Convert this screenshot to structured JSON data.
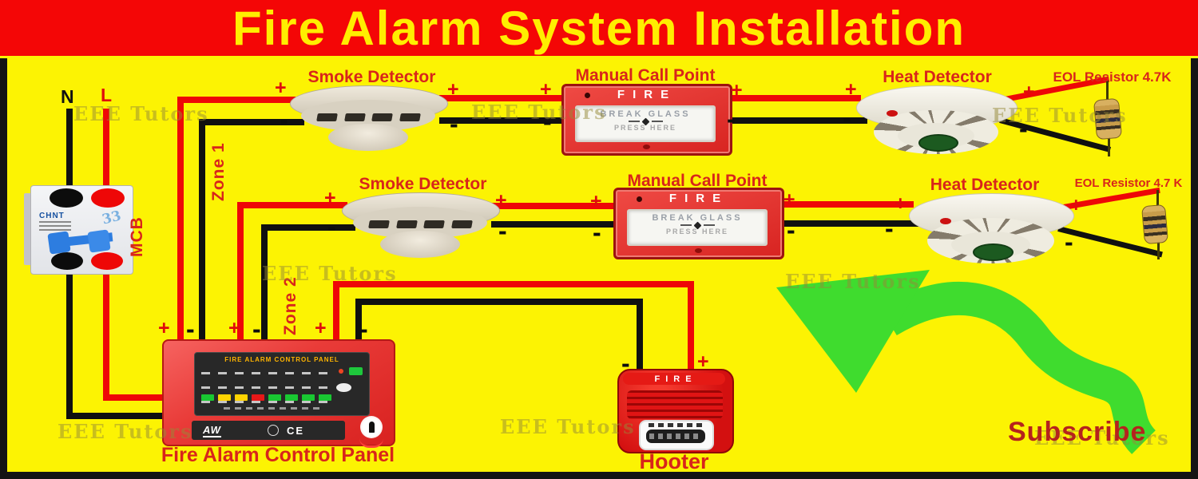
{
  "title": {
    "text": "Fire Alarm System Installation"
  },
  "watermark": {
    "text": "EEE Tutors"
  },
  "polarity": {
    "plus": "+",
    "minus": "-"
  },
  "power": {
    "neutral_label": "N",
    "live_label": "L",
    "mcb_label": "MCB",
    "mcb_brand": "CHNT",
    "mcb_marking": "33"
  },
  "zone1": {
    "label": "Zone 1",
    "smoke_detector": "Smoke Detector",
    "manual_call_point": "Manual Call Point",
    "heat_detector": "Heat Detector",
    "eol_resistor": "EOL Resistor 4.7K"
  },
  "zone2": {
    "label": "Zone 2",
    "smoke_detector": "Smoke Detector",
    "manual_call_point": "Manual Call Point",
    "heat_detector": "Heat Detector",
    "eol_resistor": "EOL Resistor 4.7 K"
  },
  "call_point": {
    "header": "FIRE",
    "line1": "BREAK GLASS",
    "line2": "PRESS HERE"
  },
  "panel": {
    "display_title": "FIRE ALARM CONTROL PANEL",
    "caption": "Fire Alarm Control Panel",
    "brand": "AW",
    "ce_mark": "CE",
    "button_colors": [
      "#19c832",
      "#ffd400",
      "#ffd400",
      "#e81818",
      "#19c832",
      "#19c832",
      "#19c832",
      "#19c832"
    ]
  },
  "hooter": {
    "header": "FIRE",
    "caption": "Hooter"
  },
  "subscribe": {
    "text": "Subscribe"
  },
  "colors": {
    "banner_red": "#f40606",
    "background_yellow": "#fcf303",
    "label_red": "#d8251b",
    "wire_red": "#ee0707",
    "wire_black": "#101010",
    "arrow_green": "#3fdc2e",
    "subscribe_red": "#b5231d"
  }
}
